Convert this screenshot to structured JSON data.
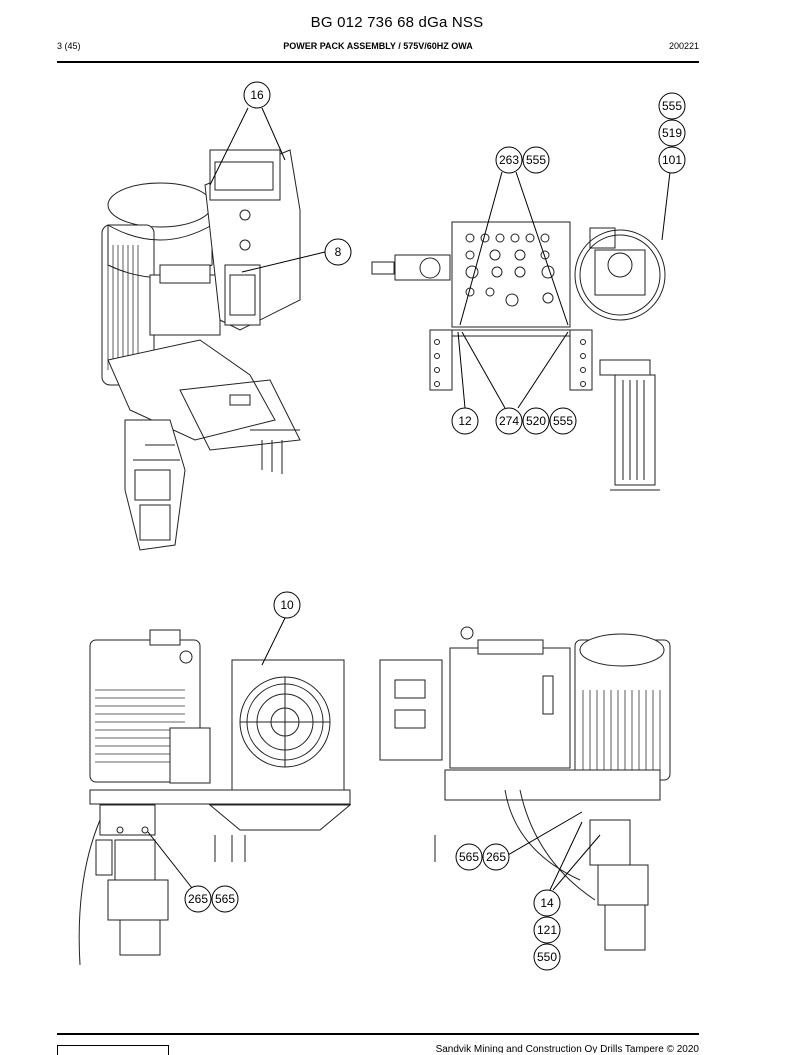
{
  "header": {
    "doc_title": "BG 012 736 68 dGa NSS",
    "page": "3 (45)",
    "section": "POWER PACK ASSEMBLY / 575V/60HZ OWA",
    "date_code": "200221"
  },
  "footer": {
    "copyright": "Sandvik Mining and Construction Oy Drills Tampere © 2020"
  },
  "callouts": {
    "c16": "16",
    "c8": "8",
    "c263": "263",
    "c555a": "555",
    "c555b": "555",
    "c519": "519",
    "c101": "101",
    "c12": "12",
    "c274": "274",
    "c520": "520",
    "c555c": "555",
    "c10": "10",
    "c265a": "265",
    "c565a": "565",
    "c565b": "565",
    "c265b": "265",
    "c14": "14",
    "c121": "121",
    "c550": "550"
  }
}
